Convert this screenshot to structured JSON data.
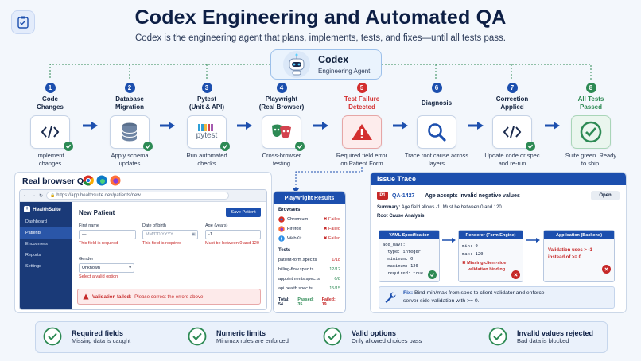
{
  "page": {
    "title": "Codex Engineering and Automated QA",
    "subtitle": "Codex is the engineering agent that plans, implements, tests, and fixes—until all tests pass."
  },
  "agent": {
    "name": "Codex",
    "role": "Engineering Agent"
  },
  "pipeline": [
    {
      "num": "1",
      "label1": "Code",
      "label2": "Changes",
      "desc1": "Implement",
      "desc2": "changes",
      "icon": "code-icon",
      "color": "#1c4fae"
    },
    {
      "num": "2",
      "label1": "Database",
      "label2": "Migration",
      "desc1": "Apply schema",
      "desc2": "updates",
      "icon": "database-icon",
      "color": "#1c4fae"
    },
    {
      "num": "3",
      "label1": "Pytest",
      "label2": "(Unit & API)",
      "desc1": "Run automated",
      "desc2": "checks",
      "icon": "pytest-logo",
      "logo_text": "pytest",
      "color": "#1c4fae"
    },
    {
      "num": "4",
      "label1": "Playwright",
      "label2": "(Real Browser)",
      "desc1": "Cross-browser",
      "desc2": "testing",
      "icon": "playwright-masks-icon",
      "color": "#1c4fae"
    },
    {
      "num": "5",
      "label1": "Test Failure",
      "label2": "Detected",
      "desc1": "Required field error",
      "desc2": "on Patient Form",
      "icon": "warning-icon",
      "color": "#d32f2f"
    },
    {
      "num": "6",
      "label1": "Diagnosis",
      "label2": "",
      "desc1": "Trace root cause across",
      "desc2": "layers",
      "icon": "magnifier-icon",
      "color": "#1c4fae"
    },
    {
      "num": "7",
      "label1": "Correction",
      "label2": "Applied",
      "desc1": "Update code or spec",
      "desc2": "and re-run",
      "icon": "code-icon",
      "color": "#1c4fae"
    },
    {
      "num": "8",
      "label1": "All Tests",
      "label2": "Passed",
      "desc1": "Suite green. Ready",
      "desc2": "to ship.",
      "icon": "check-circle-icon",
      "color": "#2d8a54"
    }
  ],
  "browser_panel": {
    "title": "Real browser QA",
    "url": "https://app.healthsuite.dev/patients/new",
    "app_name": "HealthSuite",
    "nav": [
      "Dashboard",
      "Patients",
      "Encounters",
      "Reports",
      "Settings"
    ],
    "form_title": "New Patient",
    "save_label": "Save Patient",
    "first_name_label": "First name",
    "first_name_value": "—",
    "first_name_error": "This field is required",
    "dob_label": "Date of birth",
    "dob_placeholder": "MM/DD/YYYY",
    "dob_error": "This field is required",
    "age_label": "Age (years)",
    "age_value": "-1",
    "age_error": "Must be between 0 and 120",
    "gender_label": "Gender",
    "gender_value": "Unknown",
    "gender_error": "Select a valid option",
    "banner_bold": "Validation failed:",
    "banner_text": "Please correct the errors above."
  },
  "playwright_results": {
    "title": "Playwright Results",
    "browsers_heading": "Browsers",
    "browsers": [
      {
        "name": "Chromium",
        "status": "✖ Failed"
      },
      {
        "name": "Firefox",
        "status": "✖ Failed"
      },
      {
        "name": "WebKit",
        "status": "✖ Failed"
      }
    ],
    "tests_heading": "Tests",
    "tests": [
      {
        "name": "patient-form.spec.ts",
        "result": "1/18",
        "color": "#c62828"
      },
      {
        "name": "billing-flow.spec.ts",
        "result": "12/12",
        "color": "#2d8a54"
      },
      {
        "name": "appointments.spec.ts",
        "result": "6/8",
        "color": "#2d8a54"
      },
      {
        "name": "api.health.spec.ts",
        "result": "15/15",
        "color": "#2d8a54"
      }
    ],
    "total": "Total: 54",
    "passed": "Passed: 35",
    "failed": "Failed: 19"
  },
  "issue": {
    "panel_title": "Issue Trace",
    "priority": "P1",
    "id": "QA-1427",
    "title": "Age accepts invalid negative values",
    "status_label": "Open",
    "summary_bold": "Summary:",
    "summary_text": "Age field allows -1. Must be between 0 and 120.",
    "rca_heading": "Root Cause Analysis",
    "yaml_title": "YAML Specification",
    "yaml_lines": [
      "age_days:",
      "  type: integer",
      "  minimum: 0",
      "  maximum: 120",
      "  required: true"
    ],
    "renderer_title": "Renderer (Form Engine)",
    "renderer_lines": [
      "min: 0",
      "max: 120"
    ],
    "renderer_error1": "✖ Missing client-side",
    "renderer_error2": "validation binding",
    "app_title": "Application (Backend)",
    "app_error1": "Validation uses > -1",
    "app_error2": "instead of >= 0",
    "fix_bold": "Fix:",
    "fix_line1": "Bind min/max from spec to client validator and enforce",
    "fix_line2": "server-side validation with >= 0."
  },
  "features": [
    {
      "title": "Required fields",
      "desc": "Missing data is caught"
    },
    {
      "title": "Numeric limits",
      "desc": "Min/max rules are enforced"
    },
    {
      "title": "Valid options",
      "desc": "Only allowed choices pass"
    },
    {
      "title": "Invalid values rejected",
      "desc": "Bad data is blocked"
    }
  ],
  "colors": {
    "accent": "#1c4fae",
    "danger": "#d32f2f",
    "success": "#2d8a54"
  }
}
